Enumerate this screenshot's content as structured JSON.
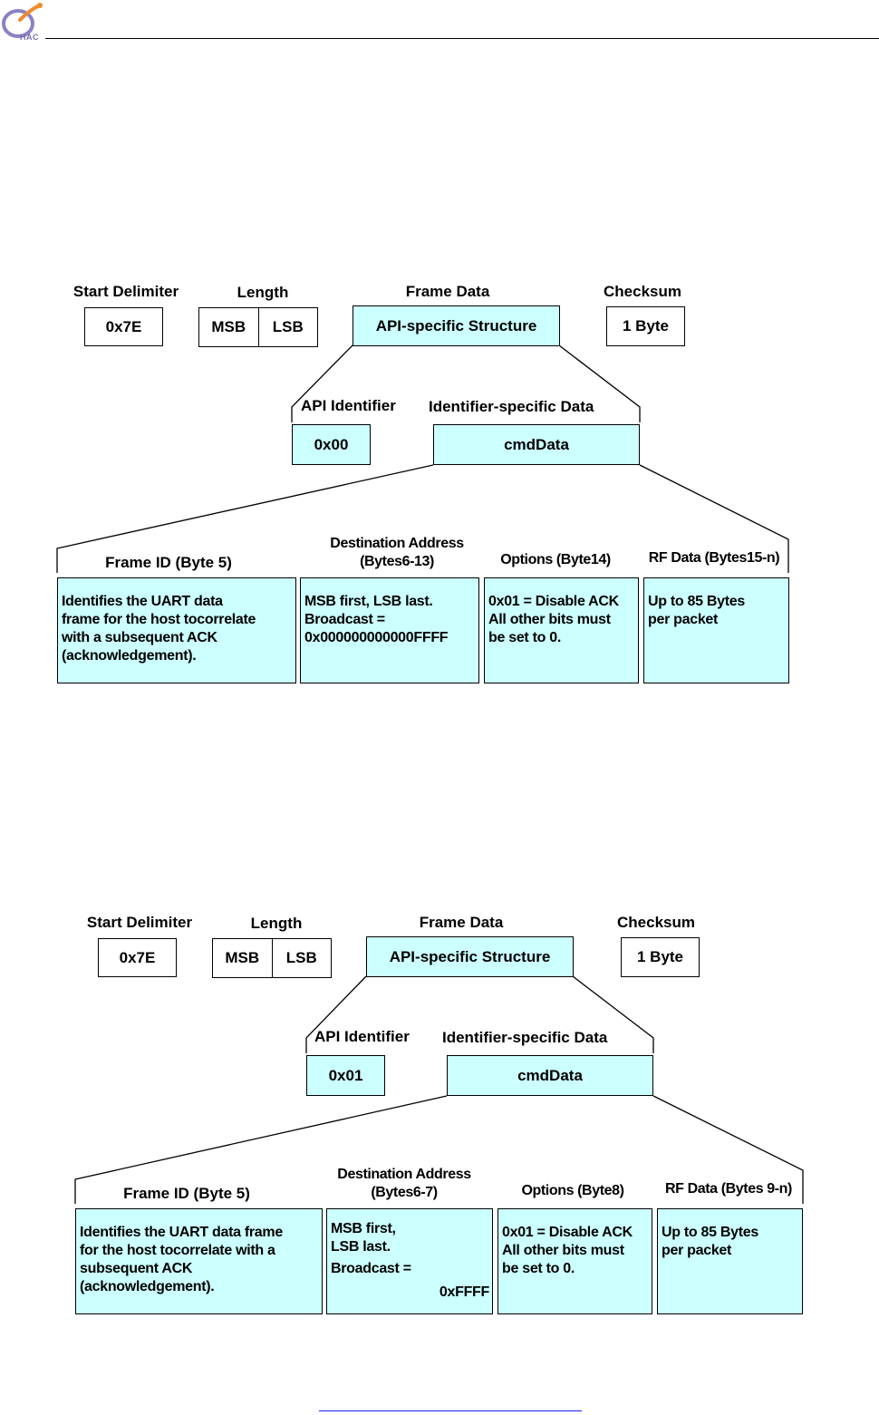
{
  "header": {
    "logo_text": "HAC"
  },
  "diagrams": [
    {
      "top": {
        "start_delimiter_label": "Start Delimiter",
        "start_delimiter_value": "0x7E",
        "length_label": "Length",
        "length_msb": "MSB",
        "length_lsb": "LSB",
        "frame_data_label": "Frame Data",
        "frame_data_value": "API-specific Structure",
        "checksum_label": "Checksum",
        "checksum_value": "1 Byte"
      },
      "middle": {
        "api_identifier_label": "API Identifier",
        "api_identifier_value": "0x00",
        "identifier_specific_label": "Identifier-specific Data",
        "identifier_specific_value": "cmdData"
      },
      "fields": [
        {
          "label": "Frame ID (Byte 5)",
          "lines": [
            "Identifies the UART data",
            "frame for the host tocorrelate",
            "with a  subsequent ACK",
            "(acknowledgement)."
          ]
        },
        {
          "label_line1": "Destination Address",
          "label_line2": "(Bytes6-13)",
          "lines": [
            "MSB first, LSB last.",
            "Broadcast =",
            "0x000000000000FFFF"
          ]
        },
        {
          "label": "Options (Byte14)",
          "lines": [
            "0x01 = Disable ACK",
            "All other bits must",
            "be set to 0."
          ]
        },
        {
          "label": "RF Data (Bytes15-n)",
          "lines": [
            "Up to 85 Bytes",
            "per packet"
          ]
        }
      ]
    },
    {
      "top": {
        "start_delimiter_label": "Start Delimiter",
        "start_delimiter_value": "0x7E",
        "length_label": "Length",
        "length_msb": "MSB",
        "length_lsb": "LSB",
        "frame_data_label": "Frame Data",
        "frame_data_value": "API-specific Structure",
        "checksum_label": "Checksum",
        "checksum_value": "1 Byte"
      },
      "middle": {
        "api_identifier_label": "API Identifier",
        "api_identifier_value": "0x01",
        "identifier_specific_label": "Identifier-specific Data",
        "identifier_specific_value": "cmdData"
      },
      "fields": [
        {
          "label": "Frame ID (Byte 5)",
          "lines": [
            "Identifies the UART data frame",
            "for the host tocorrelate with a",
            "subsequent ACK",
            "(acknowledgement)."
          ]
        },
        {
          "label_line1": "Destination Address",
          "label_line2": "(Bytes6-7)",
          "lines": [
            "MSB first,",
            "LSB last.",
            "Broadcast =",
            "0xFFFF"
          ]
        },
        {
          "label": "Options (Byte8)",
          "lines": [
            "0x01 = Disable ACK",
            "All other bits must",
            "be set to 0."
          ]
        },
        {
          "label": "RF Data (Bytes 9-n)",
          "lines": [
            "Up to 85 Bytes",
            "per packet"
          ]
        }
      ]
    }
  ]
}
